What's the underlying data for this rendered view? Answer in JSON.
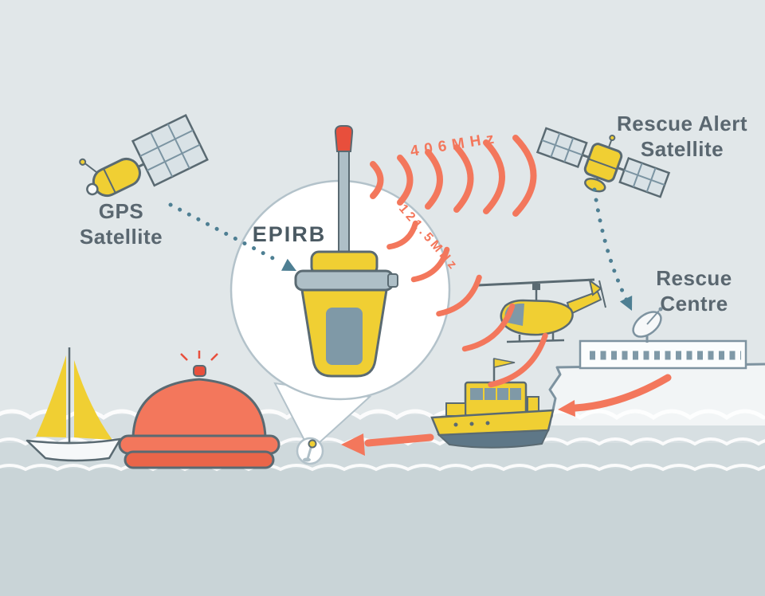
{
  "labels": {
    "gps_satellite": [
      "GPS",
      "Satellite"
    ],
    "rescue_alert_satellite": [
      "Rescue Alert",
      "Satellite"
    ],
    "rescue_centre": [
      "Rescue",
      "Centre"
    ],
    "epirb": "EPIRB",
    "frequency_406": "406MHz",
    "frequency_121_5": "121.5MHz"
  },
  "colors": {
    "sky": "#e1e7e9",
    "sea_light": "#d7dfe2",
    "sea_mid": "#cfd9dc",
    "sea_deep": "#c9d4d7",
    "wave": "#ffffff",
    "cliff": "#f2f5f6",
    "yellow": "#f0cf33",
    "salmon": "#f3775c",
    "red": "#e84f3c",
    "teal": "#4e7f93",
    "outline": "#5a6a72",
    "steel": "#aebfc7",
    "screen": "#7f99a7",
    "panel": "#d9e2e6",
    "panel_grid": "#7b94a2",
    "text": "#5a6770",
    "circle_stroke": "#b3c2ca"
  },
  "icons": {
    "gps-satellite-icon": "satellite with solar panel",
    "rescue-alert-satellite-icon": "satellite with twin solar panels",
    "epirb-device-icon": "emergency beacon with antenna",
    "radio-waves-406-icon": "radio signal arcs",
    "radio-waves-121-icon": "radio signal arcs",
    "helicopter-icon": "rescue helicopter",
    "lifeboat-icon": "rescue lifeboat",
    "life-raft-icon": "inflatable life raft with flashing light",
    "sailboat-icon": "sailing yacht",
    "rescue-centre-building-icon": "coastal station building",
    "satellite-dish-icon": "ground satellite dish",
    "floating-epirb-icon": "beacon floating in water",
    "dotted-signal-arrow": "dotted data link arrow",
    "rescue-path-arrow": "curved dispatch arrow"
  }
}
